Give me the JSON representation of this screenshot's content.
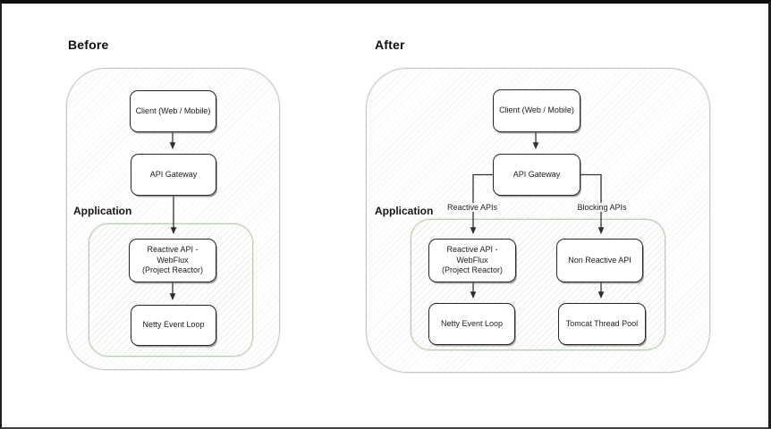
{
  "canvas": {
    "background": "#ffffff",
    "frame_color": "#111111"
  },
  "colors": {
    "outer_container_border": "#c6c6c6",
    "application_container_border": "#b7cdad",
    "node_border": "#262626",
    "node_fill": "#ffffff",
    "connector": "#333333",
    "text": "#1c1c1c"
  },
  "before": {
    "title": "Before",
    "application_label": "Application",
    "nodes": {
      "client": "Client (Web / Mobile)",
      "gateway": "API Gateway",
      "reactive_api": "Reactive API - WebFlux\n(Project Reactor)",
      "netty": "Netty Event Loop"
    }
  },
  "after": {
    "title": "After",
    "application_label": "Application",
    "nodes": {
      "client": "Client (Web / Mobile)",
      "gateway": "API Gateway",
      "reactive_api": "Reactive API - WebFlux\n(Project Reactor)",
      "netty": "Netty Event Loop",
      "non_reactive_api": "Non Reactive API",
      "tomcat": "Tomcat Thread Pool"
    },
    "edge_labels": {
      "reactive": "Reactive APIs",
      "blocking": "Blocking APIs"
    }
  }
}
